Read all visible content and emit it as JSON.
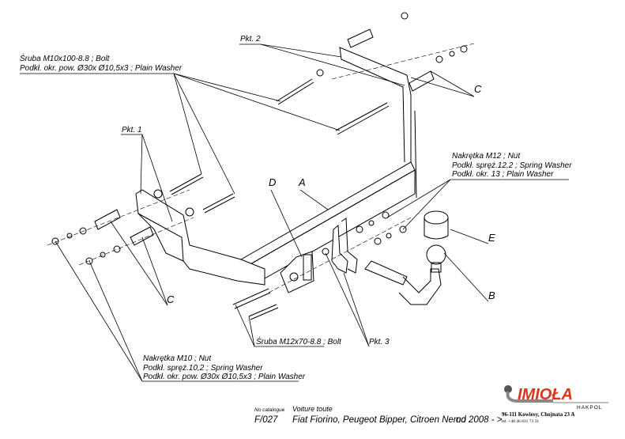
{
  "labels": {
    "bolt_m10": [
      "Śruba M10x100-8.8 ;  Bolt",
      "Podkł. okr. pow. Ø30x Ø10,5x3  ; Plain Washer"
    ],
    "pkt1": "Pkt. 1",
    "pkt2": "Pkt. 2",
    "pkt3": "Pkt. 3",
    "c_top": "C",
    "c_bottom": "C",
    "d": "D",
    "a": "A",
    "e": "E",
    "b": "B",
    "nut_m12": [
      "Nakrętka  M12 ; Nut",
      "Podkł. spręż.12,2 ; Spring Washer",
      "Podkł. okr. 13 ; Plain Washer"
    ],
    "bolt_m12": "Śruba M12x70-8.8 ;  Bolt",
    "nut_m10": [
      "Nakrętka  M10 ; Nut",
      "Podkł. spręż.10,2 ; Spring Washer",
      "Podkł. okr. pow. Ø30x Ø10,5x3  ; Plain Washer"
    ]
  },
  "footer": {
    "catalogue_label": "No catalogue",
    "catalogue_no": "F/027",
    "vehicle_label": "Voiture toute",
    "vehicles": "Fiat Fiorino, Peugeot Bipper, Citroen Nemo",
    "years": "od 2008 - >",
    "address": "96-111 Kowiesy, Chojnata 23 A",
    "phone": "tel. +48 46 831 73 31"
  },
  "logo": {
    "brand": "IMIOŁA",
    "sub": "HAKPOL",
    "brand_color": "#d9361c",
    "ball_color": "#555555"
  }
}
